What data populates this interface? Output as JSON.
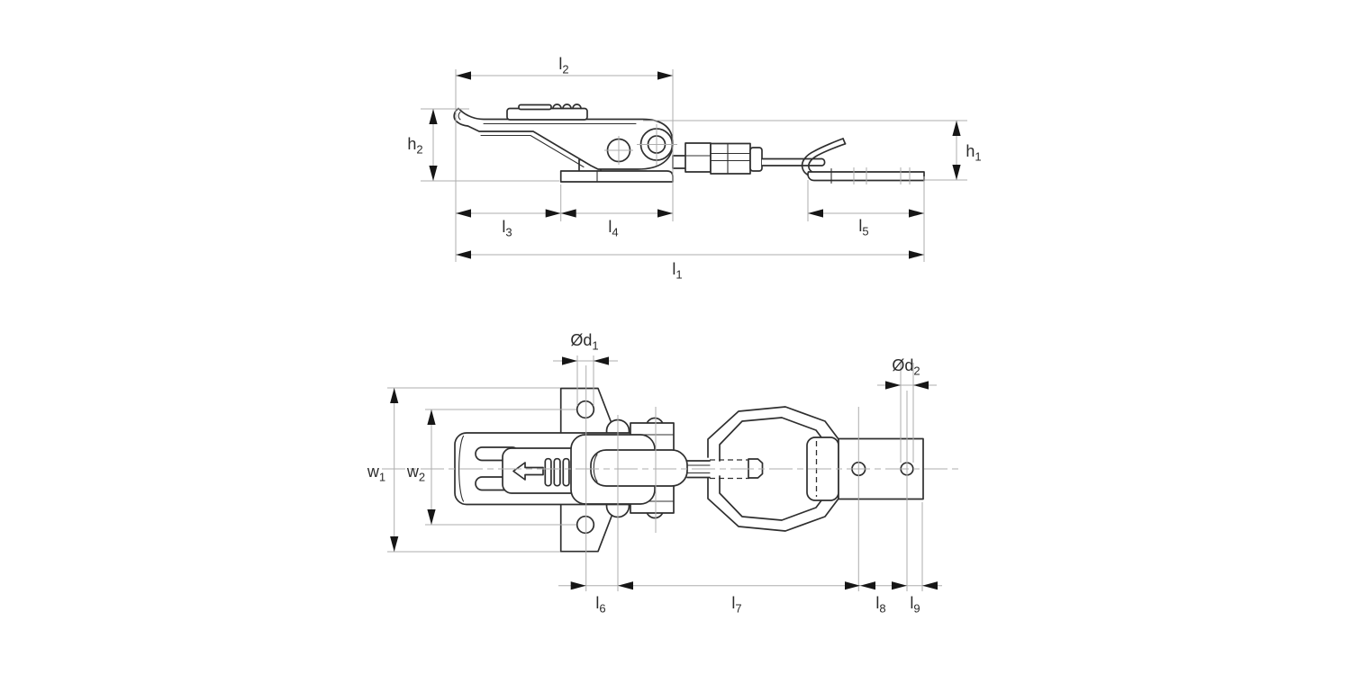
{
  "drawing": {
    "title": "toggle-latch-technical-drawing",
    "views": {
      "top": "side-elevation",
      "bottom": "plan-view"
    }
  },
  "colors": {
    "paper": "#ffffff",
    "ink": "#2f2f2f",
    "dim": "#aeaeae",
    "arrow": "#161616",
    "label": "#2b2b2b"
  },
  "labels": {
    "l1": {
      "base": "l",
      "sub": "1"
    },
    "l2": {
      "base": "l",
      "sub": "2"
    },
    "l3": {
      "base": "l",
      "sub": "3"
    },
    "l4": {
      "base": "l",
      "sub": "4"
    },
    "l5": {
      "base": "l",
      "sub": "5"
    },
    "l6": {
      "base": "l",
      "sub": "6"
    },
    "l7": {
      "base": "l",
      "sub": "7"
    },
    "l8": {
      "base": "l",
      "sub": "8"
    },
    "l9": {
      "base": "l",
      "sub": "9"
    },
    "h1": {
      "base": "h",
      "sub": "1"
    },
    "h2": {
      "base": "h",
      "sub": "2"
    },
    "w1": {
      "base": "w",
      "sub": "1"
    },
    "w2": {
      "base": "w",
      "sub": "2"
    },
    "d1": {
      "base": "Ød",
      "sub": "1"
    },
    "d2": {
      "base": "Ød",
      "sub": "2"
    }
  }
}
